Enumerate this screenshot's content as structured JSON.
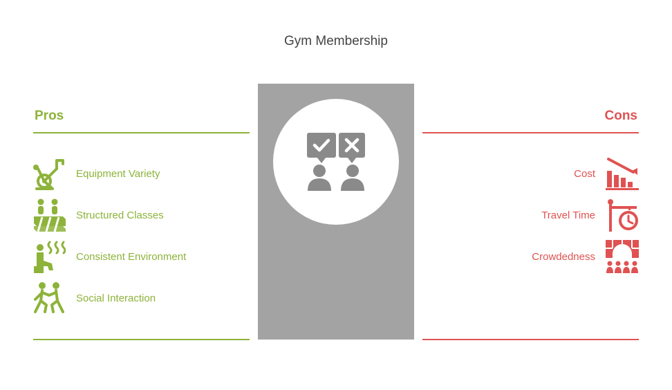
{
  "title": "Gym Membership",
  "pros": {
    "heading": "Pros",
    "items": [
      {
        "label": "Equipment Variety",
        "icon": "exercise-bike-icon"
      },
      {
        "label": "Structured Classes",
        "icon": "group-class-icon"
      },
      {
        "label": "Consistent Environment",
        "icon": "sauna-icon"
      },
      {
        "label": "Social Interaction",
        "icon": "people-interacting-icon"
      }
    ]
  },
  "cons": {
    "heading": "Cons",
    "items": [
      {
        "label": "Cost",
        "icon": "declining-chart-icon"
      },
      {
        "label": "Travel Time",
        "icon": "signpost-clock-icon"
      },
      {
        "label": "Crowdedness",
        "icon": "crowd-arch-icon"
      }
    ]
  },
  "center": {
    "icon": "pros-cons-people-icon"
  },
  "colors": {
    "pros": "#8db33a",
    "cons": "#e05252",
    "panel": "#a3a3a3",
    "title": "#444444"
  }
}
